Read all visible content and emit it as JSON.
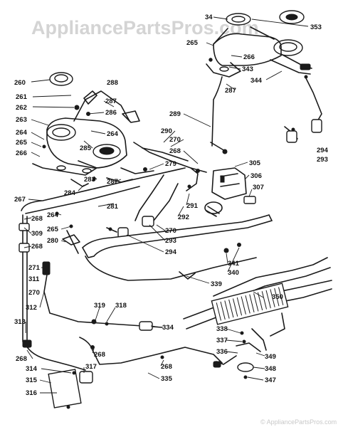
{
  "watermark": {
    "text": "AppliancePartsPros.com",
    "copyright": "© AppliancePartsPros.com"
  },
  "callouts": {
    "c353": "353",
    "c34": "34",
    "c265a": "265",
    "c266a": "266",
    "c343": "343",
    "c344": "344",
    "c287a": "287",
    "c260": "260",
    "c288": "288",
    "c261": "261",
    "c287b": "287",
    "c286": "286",
    "c262": "262",
    "c263": "263",
    "c264a": "264",
    "c264b": "264",
    "c265b": "265",
    "c285": "285",
    "c266b": "266",
    "c289": "289",
    "c290": "290",
    "c270a": "270",
    "c268a": "268",
    "c294a": "294",
    "c293a": "293",
    "c305": "305",
    "c306": "306",
    "c307": "307",
    "c279": "279",
    "c283": "283",
    "c287c": "287",
    "c284": "284",
    "c267": "267",
    "c281": "281",
    "c291": "291",
    "c292": "292",
    "c268b": "268",
    "c264c": "264",
    "c265c": "265",
    "c309": "309",
    "c270b": "270",
    "c280": "280",
    "c293b": "293",
    "c294b": "294",
    "c268c": "268",
    "c271": "271",
    "c311": "311",
    "c270c": "270",
    "c341": "341",
    "c340": "340",
    "c339": "339",
    "c350": "350",
    "c312": "312",
    "c319": "319",
    "c318": "318",
    "c334": "334",
    "c313": "313",
    "c338": "338",
    "c337": "337",
    "c336": "336",
    "c349": "349",
    "c268d": "268",
    "c314": "314",
    "c317": "317",
    "c268e": "268",
    "c348": "348",
    "c315": "315",
    "c335": "335",
    "c347": "347",
    "c316": "316"
  }
}
